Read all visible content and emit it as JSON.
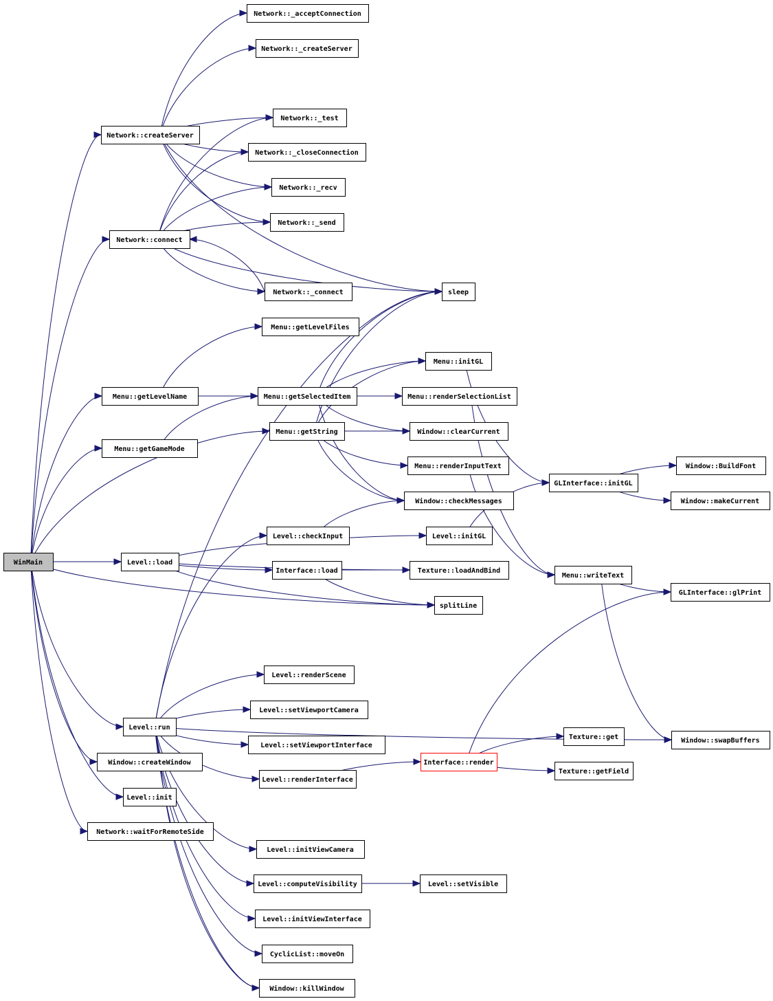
{
  "diagram": {
    "root": "WinMain",
    "highlighted": "Interface::render",
    "colors": {
      "edge": "#191970",
      "root_fill": "#bfbfbf",
      "highlight_border": "#ff0000",
      "node_border": "#000000"
    },
    "nodes": [
      {
        "id": "WinMain",
        "label": "WinMain"
      },
      {
        "id": "net_acceptConnection",
        "label": "Network::_acceptConnection"
      },
      {
        "id": "net__createServer",
        "label": "Network::_createServer"
      },
      {
        "id": "net_createServer",
        "label": "Network::createServer"
      },
      {
        "id": "net__test",
        "label": "Network::_test"
      },
      {
        "id": "net__closeConnection",
        "label": "Network::_closeConnection"
      },
      {
        "id": "net__recv",
        "label": "Network::_recv"
      },
      {
        "id": "net__send",
        "label": "Network::_send"
      },
      {
        "id": "net_connect",
        "label": "Network::connect"
      },
      {
        "id": "net__connect",
        "label": "Network::_connect"
      },
      {
        "id": "sleep",
        "label": "sleep"
      },
      {
        "id": "menu_getLevelFiles",
        "label": "Menu::getLevelFiles"
      },
      {
        "id": "menu_initGL",
        "label": "Menu::initGL"
      },
      {
        "id": "menu_getLevelName",
        "label": "Menu::getLevelName"
      },
      {
        "id": "menu_getSelectedItem",
        "label": "Menu::getSelectedItem"
      },
      {
        "id": "menu_renderSelectionList",
        "label": "Menu::renderSelectionList"
      },
      {
        "id": "menu_getGameMode",
        "label": "Menu::getGameMode"
      },
      {
        "id": "menu_getString",
        "label": "Menu::getString"
      },
      {
        "id": "win_clearCurrent",
        "label": "Window::clearCurrent"
      },
      {
        "id": "menu_renderInputText",
        "label": "Menu::renderInputText"
      },
      {
        "id": "win_BuildFont",
        "label": "Window::BuildFont"
      },
      {
        "id": "gli_initGL",
        "label": "GLInterface::initGL"
      },
      {
        "id": "win_checkMessages",
        "label": "Window::checkMessages"
      },
      {
        "id": "win_makeCurrent",
        "label": "Window::makeCurrent"
      },
      {
        "id": "lvl_checkInput",
        "label": "Level::checkInput"
      },
      {
        "id": "lvl_initGL",
        "label": "Level::initGL"
      },
      {
        "id": "lvl_load",
        "label": "Level::load"
      },
      {
        "id": "if_load",
        "label": "Interface::load"
      },
      {
        "id": "tex_loadAndBind",
        "label": "Texture::loadAndBind"
      },
      {
        "id": "menu_writeText",
        "label": "Menu::writeText"
      },
      {
        "id": "gli_glPrint",
        "label": "GLInterface::glPrint"
      },
      {
        "id": "splitLine",
        "label": "splitLine"
      },
      {
        "id": "lvl_renderScene",
        "label": "Level::renderScene"
      },
      {
        "id": "lvl_setViewportCamera",
        "label": "Level::setViewportCamera"
      },
      {
        "id": "lvl_run",
        "label": "Level::run"
      },
      {
        "id": "tex_get",
        "label": "Texture::get"
      },
      {
        "id": "win_swapBuffers",
        "label": "Window::swapBuffers"
      },
      {
        "id": "lvl_setViewportInterface",
        "label": "Level::setViewportInterface"
      },
      {
        "id": "win_createWindow",
        "label": "Window::createWindow"
      },
      {
        "id": "if_render",
        "label": "Interface::render"
      },
      {
        "id": "tex_getField",
        "label": "Texture::getField"
      },
      {
        "id": "lvl_renderInterface",
        "label": "Level::renderInterface"
      },
      {
        "id": "lvl_init",
        "label": "Level::init"
      },
      {
        "id": "net_waitForRemoteSide",
        "label": "Network::waitForRemoteSide"
      },
      {
        "id": "lvl_initViewCamera",
        "label": "Level::initViewCamera"
      },
      {
        "id": "lvl_computeVisibility",
        "label": "Level::computeVisibility"
      },
      {
        "id": "lvl_setVisible",
        "label": "Level::setVisible"
      },
      {
        "id": "lvl_initViewInterface",
        "label": "Level::initViewInterface"
      },
      {
        "id": "cl_moveOn",
        "label": "CyclicList::moveOn"
      },
      {
        "id": "win_killWindow",
        "label": "Window::killWindow"
      }
    ],
    "edges": [
      {
        "from": "WinMain",
        "to": "net_createServer"
      },
      {
        "from": "WinMain",
        "to": "net_connect"
      },
      {
        "from": "WinMain",
        "to": "menu_getLevelName"
      },
      {
        "from": "WinMain",
        "to": "menu_getGameMode"
      },
      {
        "from": "WinMain",
        "to": "menu_getString"
      },
      {
        "from": "WinMain",
        "to": "lvl_load"
      },
      {
        "from": "WinMain",
        "to": "splitLine"
      },
      {
        "from": "WinMain",
        "to": "lvl_run"
      },
      {
        "from": "WinMain",
        "to": "win_createWindow"
      },
      {
        "from": "WinMain",
        "to": "lvl_init"
      },
      {
        "from": "WinMain",
        "to": "net_waitForRemoteSide"
      },
      {
        "from": "net_createServer",
        "to": "net_acceptConnection"
      },
      {
        "from": "net_createServer",
        "to": "net__createServer"
      },
      {
        "from": "net_createServer",
        "to": "sleep"
      },
      {
        "from": "net_createServer",
        "to": "net__test"
      },
      {
        "from": "net_createServer",
        "to": "net__closeConnection"
      },
      {
        "from": "net_createServer",
        "to": "net__recv"
      },
      {
        "from": "net_createServer",
        "to": "net__send"
      },
      {
        "from": "net_connect",
        "to": "net__test"
      },
      {
        "from": "net_connect",
        "to": "net__closeConnection"
      },
      {
        "from": "net_connect",
        "to": "net__recv"
      },
      {
        "from": "net_connect",
        "to": "net__send"
      },
      {
        "from": "net_connect",
        "to": "net__connect"
      },
      {
        "from": "net_connect",
        "to": "sleep"
      },
      {
        "from": "net__connect",
        "to": "net_connect"
      },
      {
        "from": "menu_getLevelName",
        "to": "menu_getLevelFiles"
      },
      {
        "from": "menu_getLevelName",
        "to": "menu_getSelectedItem"
      },
      {
        "from": "menu_getGameMode",
        "to": "menu_getSelectedItem"
      },
      {
        "from": "menu_getSelectedItem",
        "to": "sleep"
      },
      {
        "from": "menu_getSelectedItem",
        "to": "menu_initGL"
      },
      {
        "from": "menu_getSelectedItem",
        "to": "menu_renderSelectionList"
      },
      {
        "from": "menu_getSelectedItem",
        "to": "win_clearCurrent"
      },
      {
        "from": "menu_getSelectedItem",
        "to": "win_checkMessages"
      },
      {
        "from": "menu_getString",
        "to": "sleep"
      },
      {
        "from": "menu_getString",
        "to": "menu_initGL"
      },
      {
        "from": "menu_getString",
        "to": "win_clearCurrent"
      },
      {
        "from": "menu_getString",
        "to": "menu_renderInputText"
      },
      {
        "from": "menu_getString",
        "to": "win_checkMessages"
      },
      {
        "from": "menu_initGL",
        "to": "gli_initGL"
      },
      {
        "from": "menu_renderSelectionList",
        "to": "menu_writeText"
      },
      {
        "from": "menu_renderInputText",
        "to": "menu_writeText"
      },
      {
        "from": "gli_initGL",
        "to": "win_BuildFont"
      },
      {
        "from": "gli_initGL",
        "to": "win_makeCurrent"
      },
      {
        "from": "lvl_initGL",
        "to": "gli_initGL"
      },
      {
        "from": "menu_writeText",
        "to": "gli_glPrint"
      },
      {
        "from": "menu_writeText",
        "to": "win_swapBuffers"
      },
      {
        "from": "lvl_load",
        "to": "lvl_initGL"
      },
      {
        "from": "lvl_load",
        "to": "tex_loadAndBind"
      },
      {
        "from": "lvl_load",
        "to": "if_load"
      },
      {
        "from": "lvl_load",
        "to": "splitLine"
      },
      {
        "from": "if_load",
        "to": "tex_loadAndBind"
      },
      {
        "from": "if_load",
        "to": "splitLine"
      },
      {
        "from": "lvl_run",
        "to": "sleep"
      },
      {
        "from": "lvl_run",
        "to": "lvl_checkInput"
      },
      {
        "from": "lvl_run",
        "to": "lvl_renderScene"
      },
      {
        "from": "lvl_run",
        "to": "lvl_setViewportCamera"
      },
      {
        "from": "lvl_run",
        "to": "lvl_setViewportInterface"
      },
      {
        "from": "lvl_run",
        "to": "lvl_renderInterface"
      },
      {
        "from": "lvl_run",
        "to": "win_swapBuffers"
      },
      {
        "from": "lvl_run",
        "to": "lvl_initViewCamera"
      },
      {
        "from": "lvl_run",
        "to": "lvl_computeVisibility"
      },
      {
        "from": "lvl_run",
        "to": "lvl_initViewInterface"
      },
      {
        "from": "lvl_run",
        "to": "cl_moveOn"
      },
      {
        "from": "lvl_run",
        "to": "win_killWindow"
      },
      {
        "from": "lvl_checkInput",
        "to": "win_checkMessages"
      },
      {
        "from": "lvl_renderInterface",
        "to": "if_render"
      },
      {
        "from": "if_render",
        "to": "gli_glPrint"
      },
      {
        "from": "if_render",
        "to": "tex_get"
      },
      {
        "from": "if_render",
        "to": "tex_getField"
      },
      {
        "from": "lvl_computeVisibility",
        "to": "lvl_setVisible"
      },
      {
        "from": "win_createWindow",
        "to": "win_killWindow"
      }
    ]
  }
}
